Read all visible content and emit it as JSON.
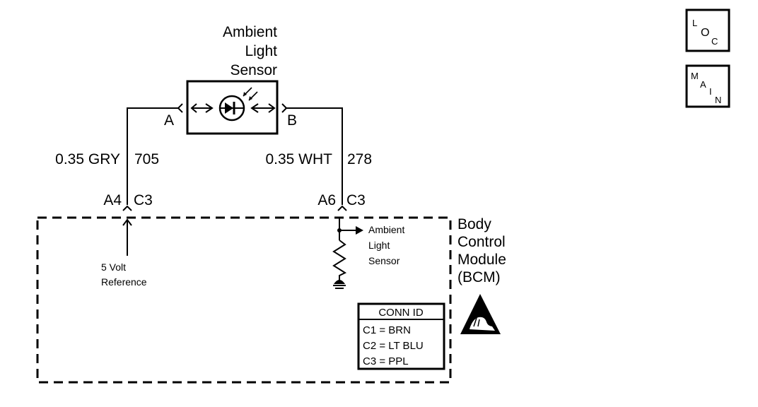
{
  "sensor": {
    "title_line1": "Ambient",
    "title_line2": "Light",
    "title_line3": "Sensor",
    "pin_a": "A",
    "pin_b": "B"
  },
  "wires": {
    "left_gauge_color": "0.35 GRY",
    "left_circuit": "705",
    "right_gauge_color": "0.35 WHT",
    "right_circuit": "278"
  },
  "connectors": {
    "left_pin": "A4",
    "left_conn": "C3",
    "right_pin": "A6",
    "right_conn": "C3"
  },
  "bcm": {
    "title_line1": "Body",
    "title_line2": "Control",
    "title_line3": "Module",
    "title_line4": "(BCM)",
    "ref_line1": "5 Volt",
    "ref_line2": "Reference",
    "sensor_line1": "Ambient",
    "sensor_line2": "Light",
    "sensor_line3": "Sensor",
    "esd_icon": "esd-warning-icon"
  },
  "conn_id": {
    "header": "CONN ID",
    "rows": [
      "C1 = BRN",
      "C2 = LT BLU",
      "C3 = PPL"
    ]
  },
  "nav": {
    "loc": {
      "l1": "L",
      "l2": "O",
      "l3": "C"
    },
    "main": {
      "l1": "M",
      "l2": "A",
      "l3": "I",
      "l4": "N"
    }
  }
}
